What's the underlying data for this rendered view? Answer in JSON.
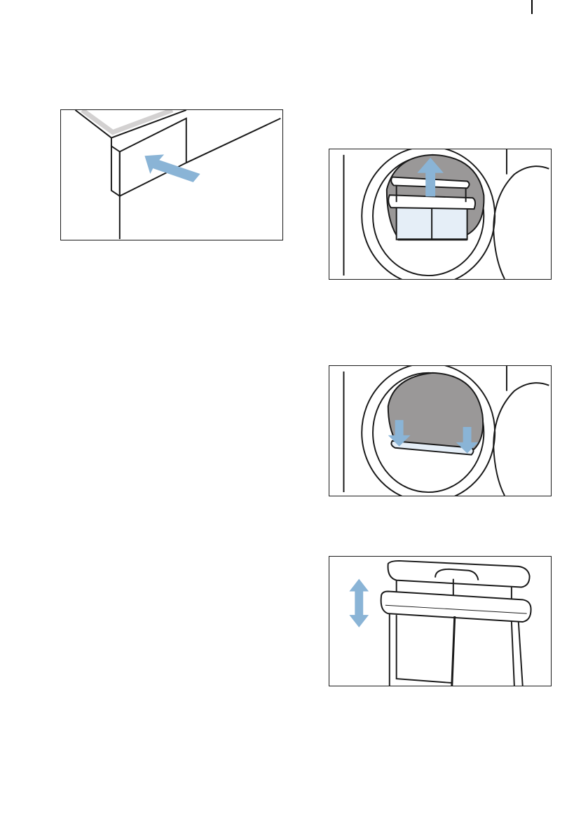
{
  "figures": [
    {
      "id": "open-door",
      "icon": "door-open-arrow-illustration"
    },
    {
      "id": "remove-filter",
      "icon": "fluff-filter-removal-illustration"
    },
    {
      "id": "clean-slot",
      "icon": "filter-slot-insert-illustration"
    },
    {
      "id": "filter-open",
      "icon": "fluff-filter-opening-illustration"
    }
  ],
  "colors": {
    "arrow": "#8ab4d6",
    "filter_fill": "#e5eef7",
    "drum_grey": "#9a9898",
    "gasket_grey": "#d7d5d5",
    "line": "#1a1a1a"
  }
}
